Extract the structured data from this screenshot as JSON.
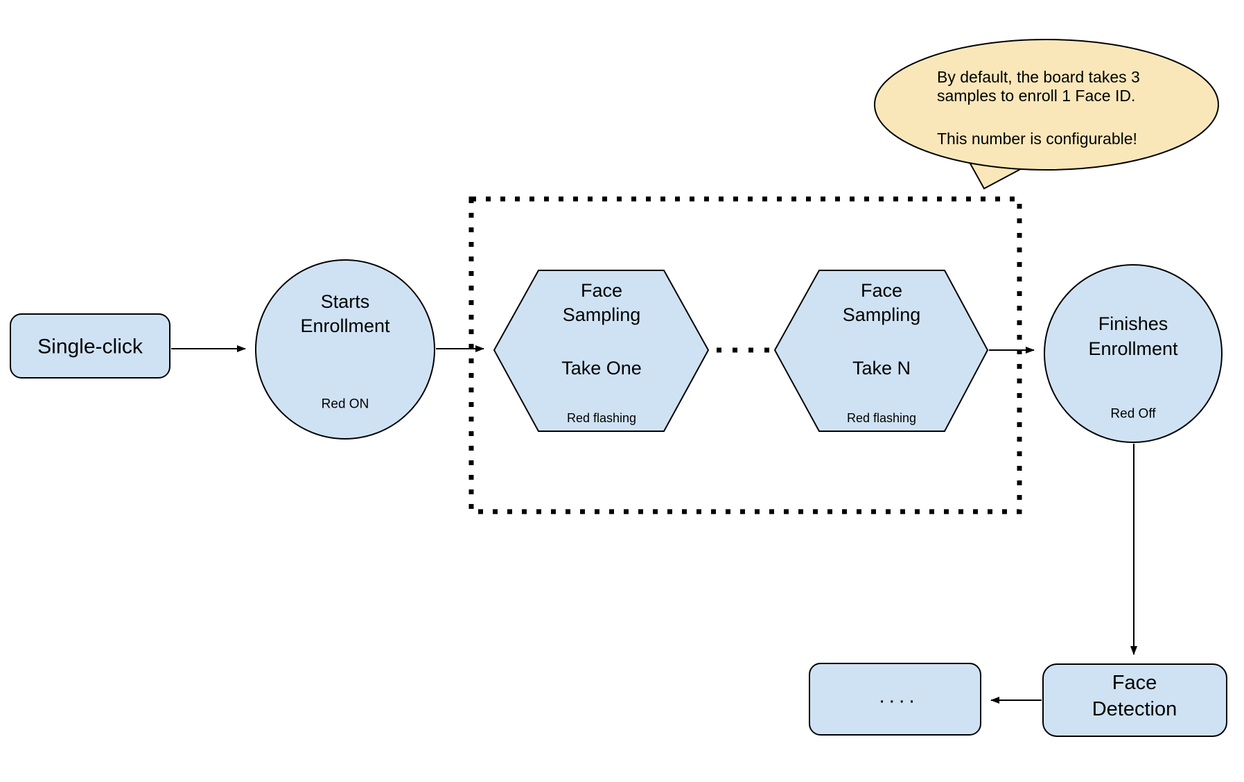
{
  "colors": {
    "node_fill": "#cfe2f3",
    "node_stroke": "#000000",
    "callout_fill": "#f9e7ba",
    "line_color": "#000000",
    "background": "#ffffff"
  },
  "callout": {
    "line1": "By default, the board takes 3",
    "line2": "samples to enroll 1 Face ID.",
    "line3": "This number is configurable!"
  },
  "nodes": {
    "single_click": {
      "label": "Single-click"
    },
    "starts_enrollment": {
      "line1": "Starts",
      "line2": "Enrollment",
      "status": "Red ON"
    },
    "face_sampling_one": {
      "line1": "Face",
      "line2": "Sampling",
      "line3": "Take One",
      "status": "Red flashing"
    },
    "face_sampling_n": {
      "line1": "Face",
      "line2": "Sampling",
      "line3": "Take N",
      "status": "Red flashing"
    },
    "finishes_enrollment": {
      "line1": "Finishes",
      "line2": "Enrollment",
      "status": "Red Off"
    },
    "face_detection": {
      "line1": "Face",
      "line2": "Detection"
    },
    "continuation": {
      "label": "...."
    }
  }
}
